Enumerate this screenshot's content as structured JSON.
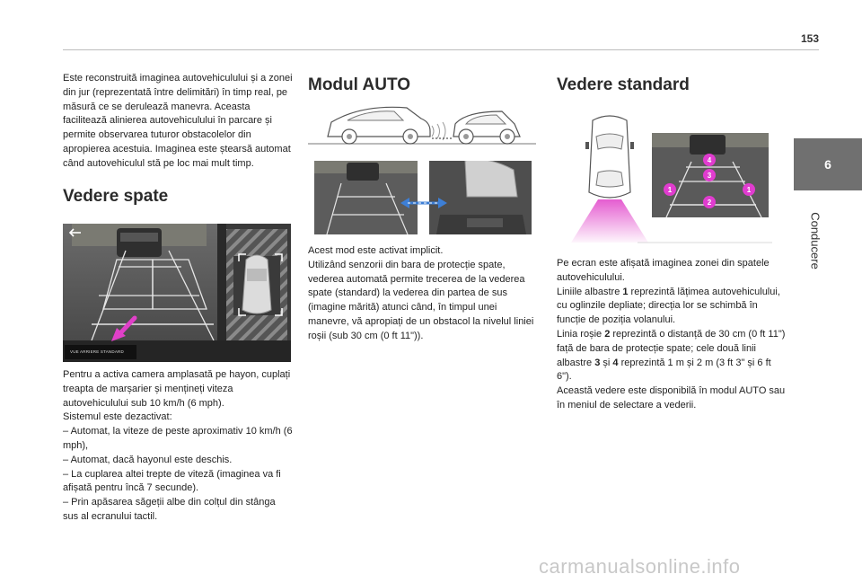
{
  "page": {
    "number": "153"
  },
  "side_tab": {
    "chapter_number": "6",
    "chapter_title": "Conducere"
  },
  "col1": {
    "intro": "Este reconstruită imaginea autovehiculului și a zonei din jur (reprezentată între delimitări) în timp real, pe măsură ce se derulează manevra. Aceasta facilitează alinierea autovehiculului în parcare și permite observarea tuturor obstacolelor din apropierea acestuia. Imaginea este ștearsă automat când autovehiculul stă pe loc mai mult timp.",
    "heading": "Vedere spate",
    "screen_label": "VUE ARRIERE STANDARD",
    "body_lines": [
      "Pentru a activa camera amplasată pe hayon, cuplați treapta de marșarier și mențineți viteza autovehiculului sub 10 km/h (6 mph).",
      "Sistemul este dezactivat:",
      "–  Automat, la viteze de peste aproximativ 10 km/h (6 mph),",
      "–  Automat, dacă hayonul este deschis.",
      "–  La cuplarea altei trepte de viteză (imaginea va fi afișată pentru încă 7 secunde).",
      "–  Prin apăsarea săgeții albe din colțul din stânga sus al ecranului tactil."
    ]
  },
  "col2": {
    "heading": "Modul AUTO",
    "body_lines": [
      "Acest mod este activat implicit.",
      "Utilizând senzorii din bara de protecție spate, vederea automată permite trecerea de la vederea spate (standard) la vederea din partea de sus (imagine mărită) atunci când, în timpul unei manevre, vă apropiați de un obstacol la nivelul liniei roșii (sub 30 cm (0 ft 11\"))."
    ]
  },
  "col3": {
    "heading": "Vedere standard",
    "markers": {
      "m1": "1",
      "m2": "2",
      "m3": "3",
      "m4": "4"
    },
    "p1": "Pe ecran este afișată imaginea zonei din spatele autovehiculului.",
    "p2_pre": "Liniile albastre ",
    "p2_num": "1",
    "p2_post": " reprezintă lățimea autovehiculului, cu oglinzile depliate; direcția lor se schimbă în funcție de poziția volanului.",
    "p3_pre": "Linia roșie ",
    "p3_num": "2",
    "p3_post": " reprezintă o distanță de 30 cm (0 ft 11\") față de bara de protecție spate; cele două linii albastre ",
    "p3_num2": "3",
    "p3_mid": " și ",
    "p3_num3": "4",
    "p3_end": " reprezintă 1 m și 2 m (3 ft 3\" și 6 ft 6\").",
    "p4": "Această vedere este disponibilă în modul AUTO sau în meniul de selectare a vederii."
  },
  "watermark": "carmanualsonline.info",
  "colors": {
    "tab": "#707070",
    "marker": "#e03ccf",
    "arrow": "#e040c8",
    "blue_arrow": "#3d7fd6"
  }
}
